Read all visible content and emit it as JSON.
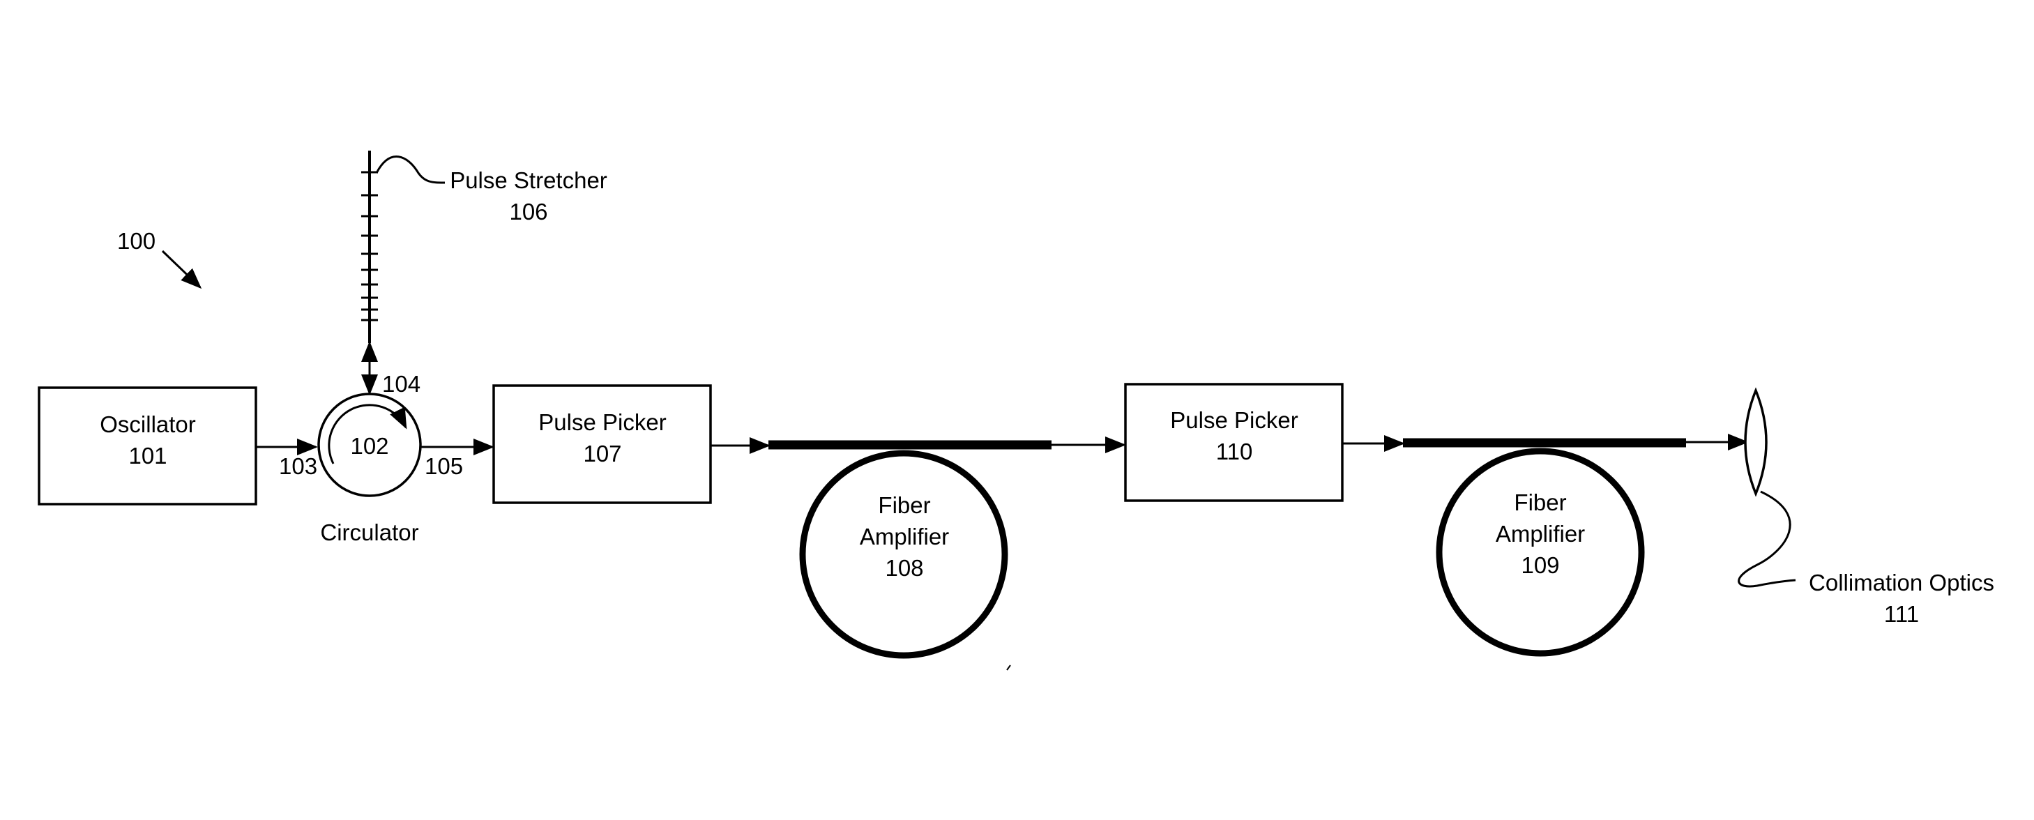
{
  "figure_ref": "100",
  "oscillator": {
    "name": "Oscillator",
    "ref": "101"
  },
  "circulator": {
    "name": "Circulator",
    "ref": "102",
    "port_in": "103",
    "port_stretcher": "104",
    "port_out": "105"
  },
  "pulse_stretcher": {
    "name": "Pulse Stretcher",
    "ref": "106"
  },
  "pulse_picker_1": {
    "name": "Pulse Picker",
    "ref": "107"
  },
  "fiber_amplifier_1": {
    "line1": "Fiber",
    "line2": "Amplifier",
    "ref": "108"
  },
  "pulse_picker_2": {
    "name": "Pulse Picker",
    "ref": "110"
  },
  "fiber_amplifier_2": {
    "line1": "Fiber",
    "line2": "Amplifier",
    "ref": "109"
  },
  "collimation_optics": {
    "name": "Collimation Optics",
    "ref": "111"
  }
}
